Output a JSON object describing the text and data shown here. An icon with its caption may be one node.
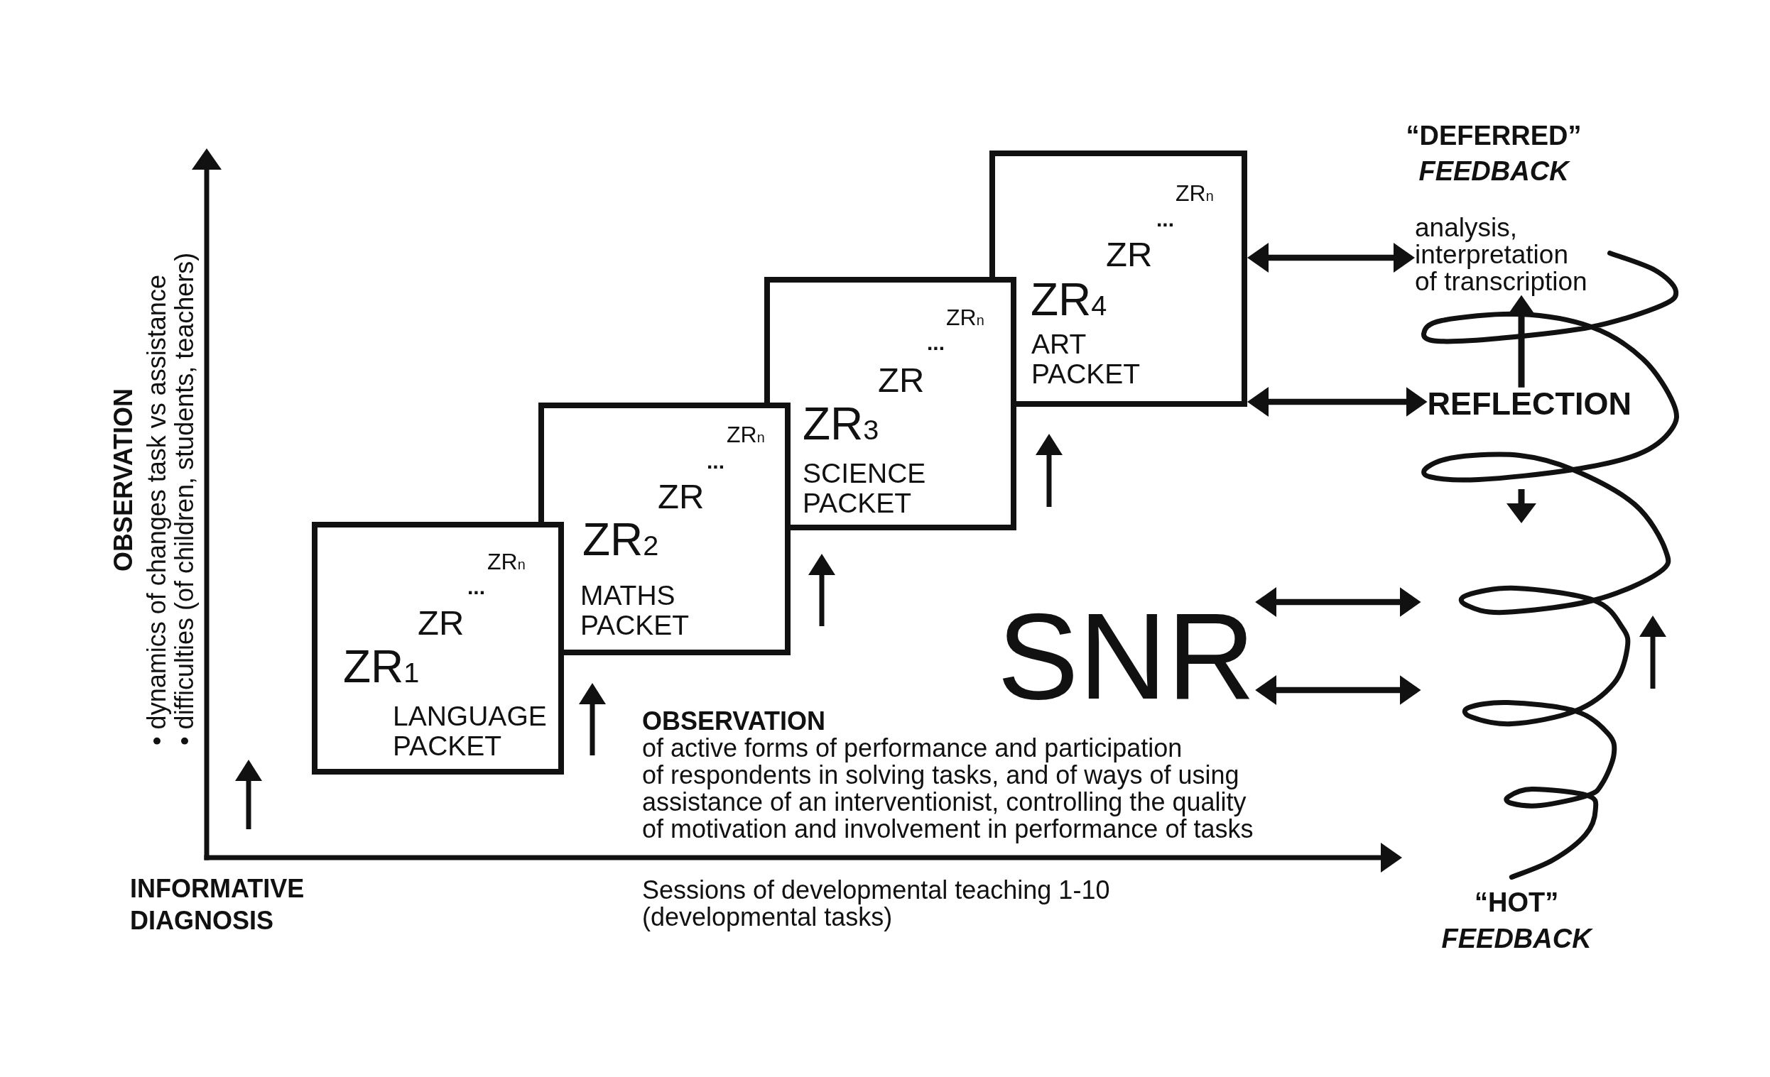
{
  "diagram": {
    "nodes": [
      {
        "text": [
          "ZR$_{n}$",
          "...",
          "ZR",
          "ZR$_{1}$",
          "LANGUAGE PACKET"
        ]
      },
      {
        "text": [
          "ZR$_{n}$",
          "...",
          "ZR",
          "ZR$_{2}$",
          "MATHS PACKET"
        ]
      },
      {
        "text": [
          "ZR$_{n}$",
          "...",
          "ZR",
          "ZR$_{3}$",
          "SCIENCE PACKET"
        ]
      },
      {
        "text": [
          "ZR$_{n}$",
          "...",
          "ZR",
          "ZR$_{4}$",
          "ART PACKET"
        ]
      },
      {
        "text": [
          "SNR"
        ]
      },
      {
        "text": [
          "analysis, interpretation of transcription"
        ]
      },
      {
        "text": [],
        "shape": "spiral",
        "beside": [
          "“HOT” *FEEDBACK*"
        ]
      },
      {
        "text": [
          "REFLECTION"
        ],
        "in": 6
      }
    ],
    "edges": [
      {
        "from": 3,
        "to": 5,
        "arrow": "both"
      },
      {
        "from": 3,
        "to": 7,
        "arrow": "both"
      },
      {
        "from": 4,
        "to": 6,
        "arrow": "both"
      },
      {
        "from": 4,
        "to": 6,
        "arrow": "both"
      },
      {
        "from": 7,
        "to": 5,
        "arrow": "to"
      }
    ],
    "labels": [
      "“DEFERRED” *FEEDBACK*",
      "OBSERVATION",
      "• dynamics of changes task vs assistance",
      "• difficulties (of children, students, teachers)",
      "OBSERVATION",
      "of active forms of performance and participation of respondents in solving tasks, and of ways of using assistance of an interventionist, controlling the quality of motivation and involvement in performance of tasks",
      "INFORMATIVE DIAGNOSIS",
      "Sessions of developmental teaching 1-10 (developmental tasks)"
    ]
  }
}
